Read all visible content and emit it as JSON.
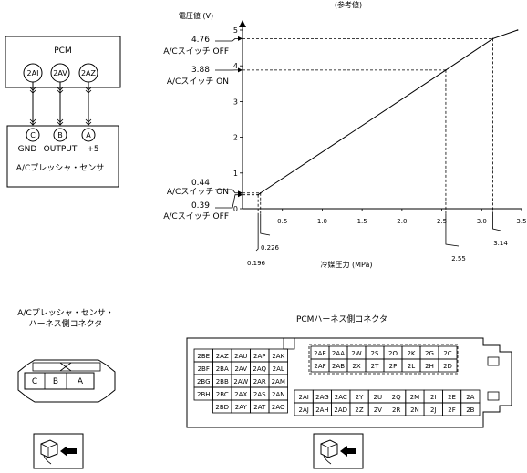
{
  "pcm_wiring": {
    "pcm_label": "PCM",
    "pcm_terminals": [
      "2AI",
      "2AV",
      "2AZ"
    ],
    "sensor_terminals": [
      "C",
      "B",
      "A"
    ],
    "sensor_pin_names": [
      "GND",
      "OUTPUT",
      "+5"
    ],
    "sensor_label": "A/Cプレッシャ・センサ"
  },
  "chart_data": {
    "type": "line",
    "title": "(参考値)",
    "xlabel": "冷媒圧力 (MPa)",
    "ylabel": "電圧値 (V)",
    "xlim": [
      0,
      3.5
    ],
    "ylim": [
      0,
      5
    ],
    "xticks": [
      "0.5",
      "1.0",
      "1.5",
      "2.0",
      "2.5",
      "3.0",
      "3.5"
    ],
    "yticks": [
      "0",
      "1",
      "2",
      "3",
      "4",
      "5"
    ],
    "series": [
      {
        "x": [
          0.196,
          0.226,
          2.55,
          3.14,
          3.45
        ],
        "y": [
          0.39,
          0.44,
          3.88,
          4.76,
          5.0
        ]
      }
    ],
    "annotations": [
      {
        "value": "4.76",
        "label": "A/Cスイッチ OFF"
      },
      {
        "value": "3.88",
        "label": "A/Cスイッチ ON"
      },
      {
        "value": "0.44",
        "label": "A/Cスイッチ ON"
      },
      {
        "value": "0.39",
        "label": "A/Cスイッチ OFF"
      }
    ],
    "x_markers": [
      "0.196",
      "0.226",
      "2.55",
      "3.14"
    ]
  },
  "sensor_connector": {
    "title_line1": "A/Cプレッシャ・センサ・",
    "title_line2": "ハーネス側コネクタ",
    "pins": [
      "C",
      "B",
      "A"
    ]
  },
  "pcm_connector": {
    "title": "PCMハーネス側コネクタ",
    "left_block": [
      [
        "2BE",
        "2AZ",
        "2AU",
        "2AP",
        "2AK"
      ],
      [
        "2BF",
        "2BA",
        "2AV",
        "2AQ",
        "2AL"
      ],
      [
        "2BG",
        "2BB",
        "2AW",
        "2AR",
        "2AM"
      ],
      [
        "2BH",
        "2BC",
        "2AX",
        "2AS",
        "2AN"
      ],
      [
        "",
        "2BD",
        "2AY",
        "2AT",
        "2AO"
      ]
    ],
    "right_top_block": [
      [
        "2AE",
        "2AA",
        "2W",
        "2S",
        "2O",
        "2K",
        "2G",
        "2C"
      ],
      [
        "2AF",
        "2AB",
        "2X",
        "2T",
        "2P",
        "2L",
        "2H",
        "2D"
      ]
    ],
    "right_bottom_block": [
      [
        "2AI",
        "2AG",
        "2AC",
        "2Y",
        "2U",
        "2Q",
        "2M",
        "2I",
        "2E",
        "2A"
      ],
      [
        "2AJ",
        "2AH",
        "2AD",
        "2Z",
        "2V",
        "2R",
        "2N",
        "2J",
        "2F",
        "2B"
      ]
    ]
  }
}
